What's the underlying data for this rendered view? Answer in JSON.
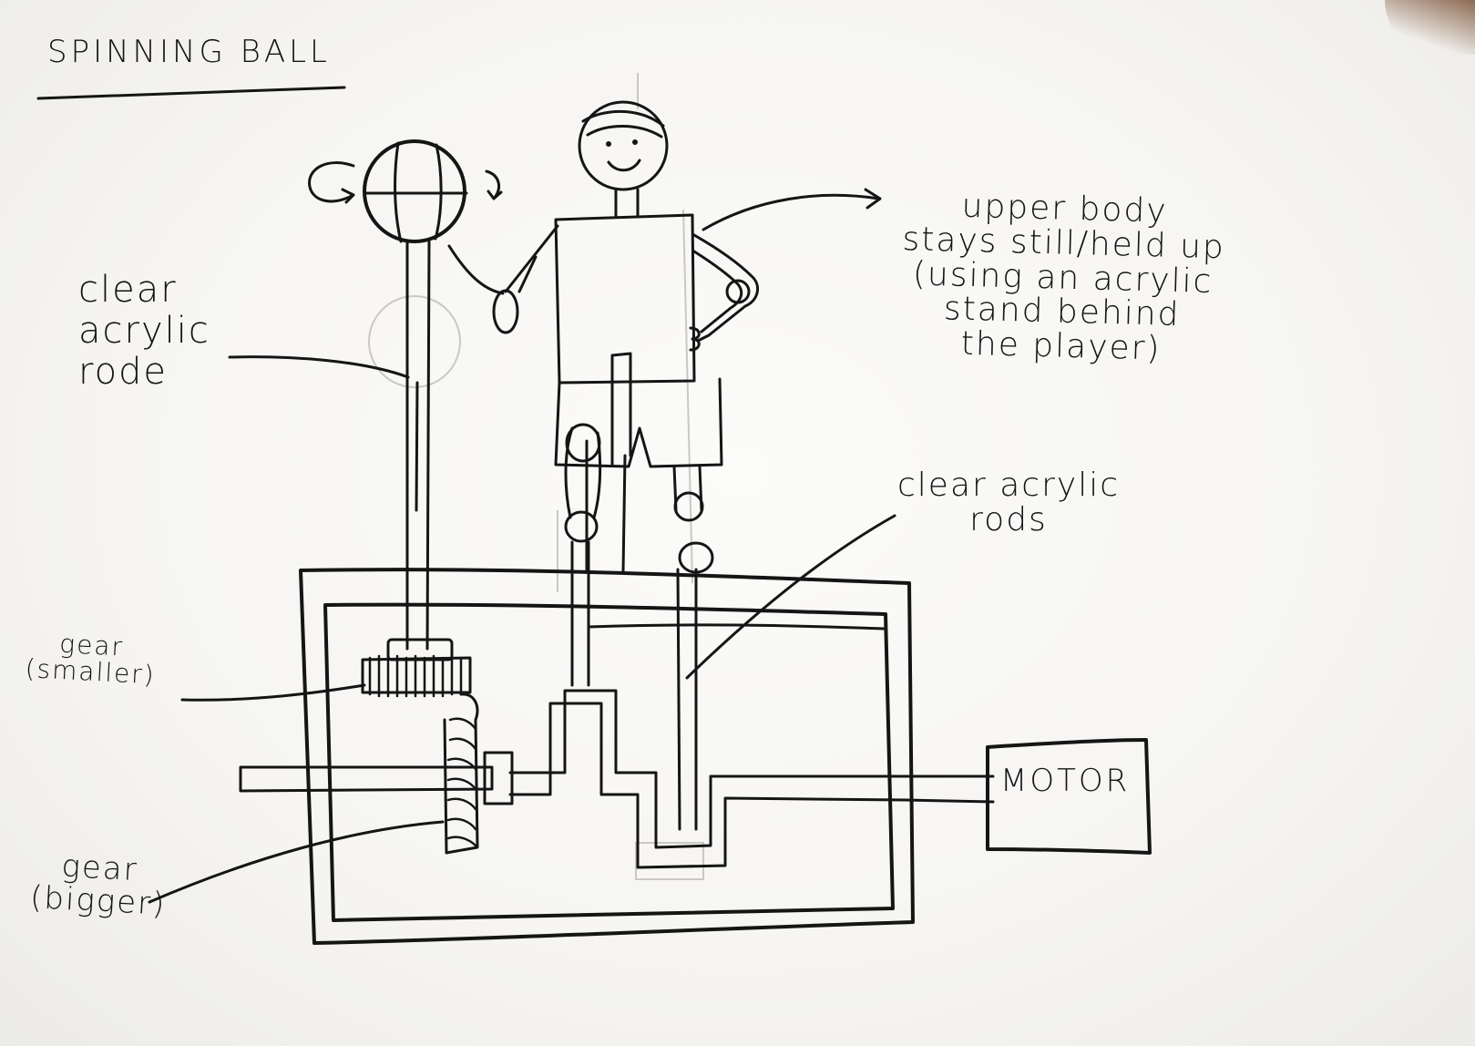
{
  "title": "SPINNING BALL",
  "annotations": {
    "upper_body": "upper body\nstays still/held up\n(using an acrylic\nstand behind\nthe player)",
    "rod_single": "clear\nacrylic\nrode",
    "rods_plural": "clear acrylic\nrods",
    "gear_small": "gear\n(smaller)",
    "gear_big": "gear\n(bigger)"
  },
  "motor": {
    "label": "MOTOR"
  },
  "colors": {
    "ink": "#151515",
    "paper": "#f7f6f3",
    "faint_sketch": "#c9c8c4"
  }
}
